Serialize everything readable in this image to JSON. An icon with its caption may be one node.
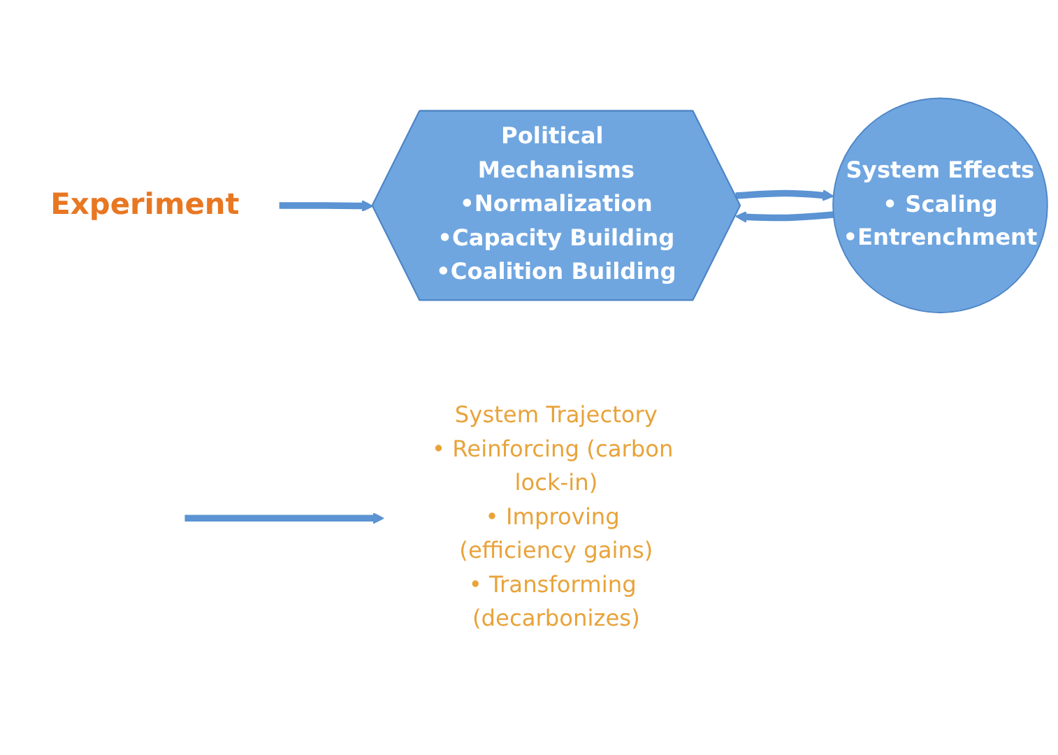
{
  "diagram": {
    "nodes": [
      {
        "text": [
          "Experiment"
        ]
      },
      {
        "text": [
          "Political Mechanisms",
          "•Normalization",
          "•Capacity Building",
          "•Coalition Building"
        ]
      },
      {
        "text": [
          "System Effects",
          "• Scaling",
          "•Entrenchment"
        ]
      },
      {
        "text": [
          "System Trajectory",
          "• Reinforcing (carbon lock-in)",
          "• Improving (efficiency gains)",
          "• Transforming (decarbonizes)"
        ]
      }
    ],
    "edges": [
      {
        "from": 0,
        "to": 1,
        "arrow": "to"
      },
      {
        "from": 1,
        "to": 2,
        "arrow": "to"
      },
      {
        "from": 2,
        "to": 1,
        "arrow": "to"
      },
      {
        "from": null,
        "to": 3,
        "arrow": "to"
      }
    ]
  }
}
